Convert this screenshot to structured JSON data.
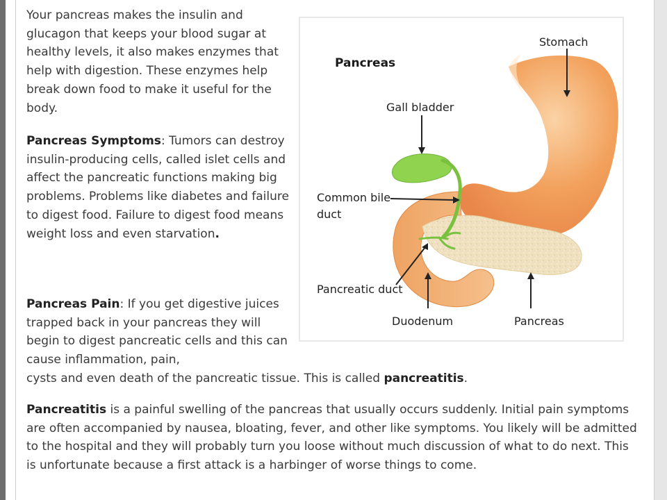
{
  "article": {
    "intro": "Your pancreas makes the insulin and glucagon that keeps your blood sugar at healthy levels, it also makes enzymes that help with digestion. These enzymes help break down food to make it useful for the body.",
    "symptoms_heading": "Pancreas Symptoms",
    "symptoms_text": ": Tumors can destroy insulin-producing cells, called islet cells and affect the pancreatic functions making big problems. Problems like diabetes and failure to digest food.  Failure to digest food means weight loss and even starvation",
    "symptoms_end": ".",
    "pain_heading": "Pancreas Pain",
    "pain_text": ": If you get digestive juices trapped back in your pancreas they will begin to digest pancreatic cells and this can cause inflammation, pain,",
    "pain_cont": "cysts and even death of the pancreatic tissue.  This is called ",
    "pain_term": "pancreatitis",
    "pain_end": ".",
    "pancreatitis_heading": "Pancreatitis",
    "pancreatitis_text": " is a painful swelling of the pancreas that usually occurs suddenly.  Initial pain symptoms are often accompanied by nausea, bloating, fever, and other like symptoms.  You likely will be admitted to the hospital and they will probably turn you loose without much discussion of what to do next.  This is unfortunate because a first attack is a harbinger of worse things to come."
  },
  "diagram": {
    "title": "Pancreas",
    "labels": {
      "stomach": "Stomach",
      "gall_bladder": "Gall bladder",
      "common_bile_duct_1": "Common bile",
      "common_bile_duct_2": "duct",
      "pancreatic_duct": "Pancreatic duct",
      "duodenum": "Duodenum",
      "pancreas": "Pancreas"
    },
    "colors": {
      "organ_orange": "#f2a15c",
      "pancreas_tan": "#efe0bf",
      "gall_green": "#8fd34f"
    }
  }
}
